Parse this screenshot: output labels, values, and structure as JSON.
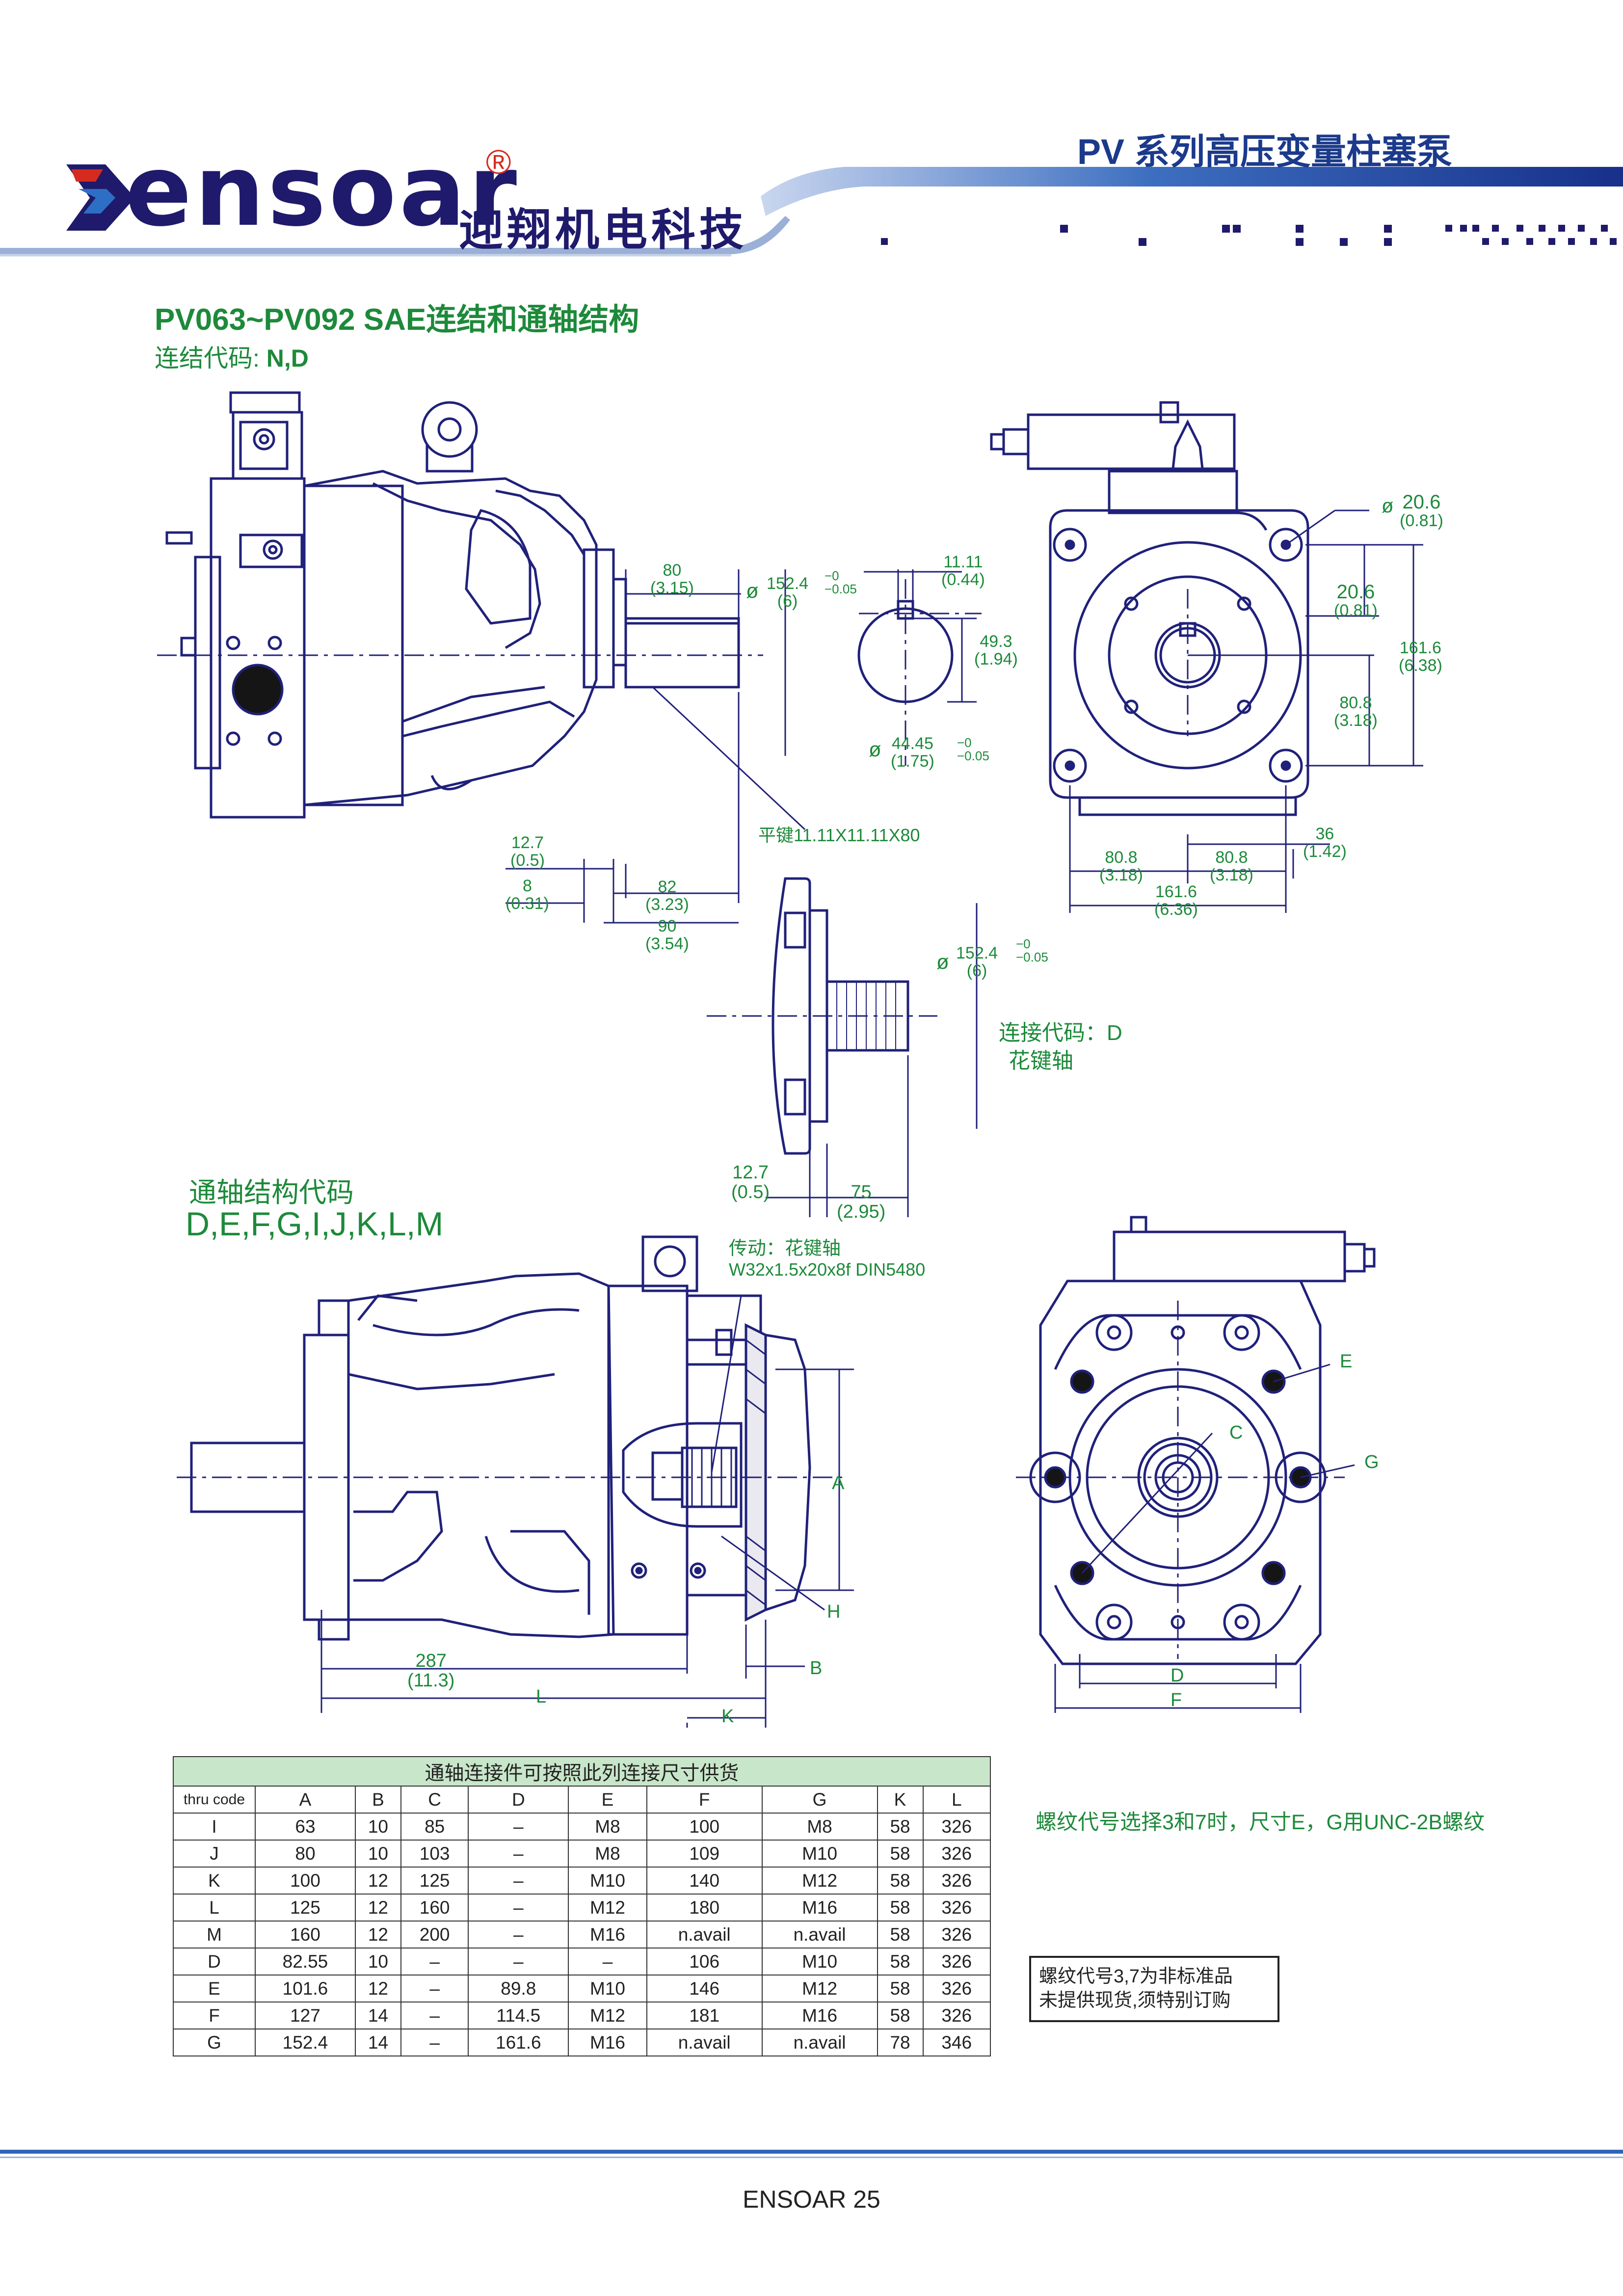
{
  "header": {
    "logo_text": "ensoar",
    "logo_registered": "®",
    "company_cn": "迎翔机电科技",
    "series_title": "PV 系列高压变量柱塞泵",
    "colors": {
      "brand_blue": "#1f1a6b",
      "accent_red": "#d52b1e",
      "title_green": "#1d8a3a",
      "band_blue": "#2f63b8"
    }
  },
  "section": {
    "title": "PV063~PV092 SAE连结和通轴结构",
    "connection_label": "连结代码: ",
    "connection_codes": "N,D",
    "thru_label": "通轴结构代码",
    "thru_codes": "D,E,F,G,I,J,K,L,M"
  },
  "dims_top": {
    "d80": "80",
    "d80i": "(3.15)",
    "d1524": "152.4",
    "d1524t": "−0\n−0.05",
    "d1524i": "(6)",
    "phi": "ø",
    "d1111": "11.11",
    "d1111i": "(0.44)",
    "d493": "49.3",
    "d493i": "(1.94)",
    "d4445": "44.45",
    "d4445t": "−0\n−0.05",
    "d4445i": "(1.75)",
    "key": "平键11.11X11.11X80",
    "d127": "12.7",
    "d127i": "(0.5)",
    "d8": "8",
    "d8i": "(0.31)",
    "d82": "82",
    "d82i": "(3.23)",
    "d90": "90",
    "d90i": "(3.54)",
    "d206a": "20.6",
    "d206ai": "(0.81)",
    "d206b": "20.6",
    "d206bi": "(0.81)",
    "d1616v": "161.6",
    "d1616vi": "(6.38)",
    "d808v": "80.8",
    "d808vi": "(3.18)",
    "d36": "36",
    "d36i": "(1.42)",
    "d808h1": "80.8",
    "d808h1i": "(3.18)",
    "d808h2": "80.8",
    "d808h2i": "(3.18)",
    "d1616h": "161.6",
    "d1616hi": "(6.36)"
  },
  "dims_mid": {
    "d1524": "152.4",
    "d1524t": "−0\n−0.05",
    "d1524i": "(6)",
    "phi": "ø",
    "spline_label": "连接代码：D",
    "spline_name": "花键轴",
    "d127": "12.7",
    "d127i": "(0.5)",
    "d75": "75",
    "d75i": "(2.95)"
  },
  "dims_bottom": {
    "drive": "传动：花键轴",
    "drive_spec": "W32x1.5x20x8f DIN5480",
    "A": "A",
    "B": "B",
    "H": "H",
    "K": "K",
    "L": "L",
    "d287": "287",
    "d287i": "(11.3)",
    "E": "E",
    "G": "G",
    "C": "C",
    "D": "D",
    "F": "F"
  },
  "table": {
    "caption": "通轴连接件可按照此列连接尺寸供货",
    "columns": [
      "thru code",
      "A",
      "B",
      "C",
      "D",
      "E",
      "F",
      "G",
      "K",
      "L"
    ],
    "rows": [
      [
        "I",
        "63",
        "10",
        "85",
        "–",
        "M8",
        "100",
        "M8",
        "58",
        "326"
      ],
      [
        "J",
        "80",
        "10",
        "103",
        "–",
        "M8",
        "109",
        "M10",
        "58",
        "326"
      ],
      [
        "K",
        "100",
        "12",
        "125",
        "–",
        "M10",
        "140",
        "M12",
        "58",
        "326"
      ],
      [
        "L",
        "125",
        "12",
        "160",
        "–",
        "M12",
        "180",
        "M16",
        "58",
        "326"
      ],
      [
        "M",
        "160",
        "12",
        "200",
        "–",
        "M16",
        "n.avail",
        "n.avail",
        "58",
        "326"
      ],
      [
        "D",
        "82.55",
        "10",
        "–",
        "–",
        "–",
        "106",
        "M10",
        "58",
        "326"
      ],
      [
        "E",
        "101.6",
        "12",
        "–",
        "89.8",
        "M10",
        "146",
        "M12",
        "58",
        "326"
      ],
      [
        "F",
        "127",
        "14",
        "–",
        "114.5",
        "M12",
        "181",
        "M16",
        "58",
        "326"
      ],
      [
        "G",
        "152.4",
        "14",
        "–",
        "161.6",
        "M16",
        "n.avail",
        "n.avail",
        "78",
        "346"
      ]
    ]
  },
  "notes": {
    "thread": "螺纹代号选择3和7时，尺寸E，G用UNC-2B螺纹",
    "box_line1": "螺纹代号3,7为非标准品",
    "box_line2": "未提供现货,须特别订购"
  },
  "footer": {
    "text": "ENSOAR 25"
  }
}
